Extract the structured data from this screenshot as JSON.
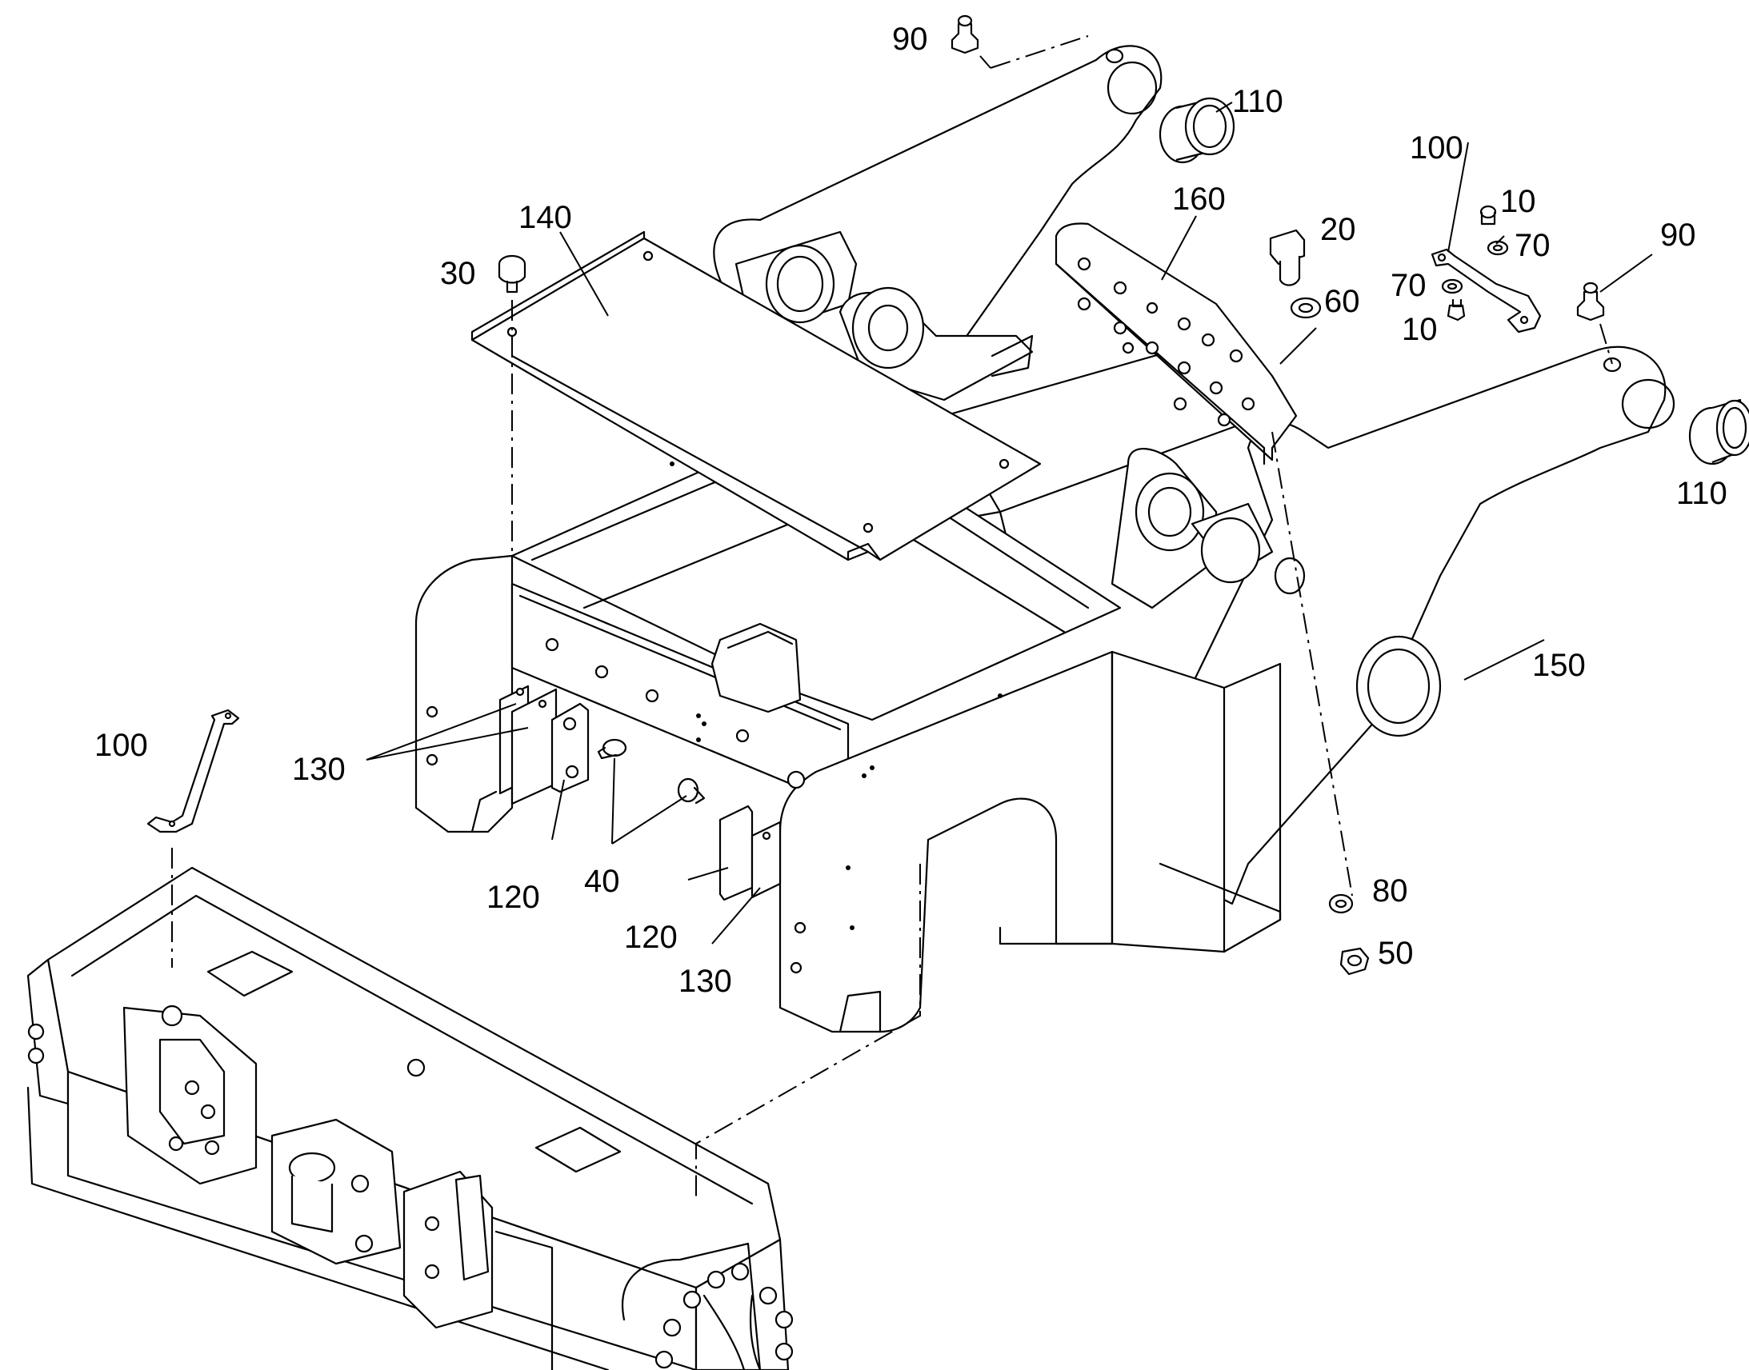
{
  "callouts": {
    "c90a": "90",
    "c110a": "110",
    "c100a": "100",
    "c10a": "10",
    "c160": "160",
    "c20": "20",
    "c70a": "70",
    "c90b": "90",
    "c140": "140",
    "c30": "30",
    "c70b": "70",
    "c60": "60",
    "c10b": "10",
    "c110b": "110",
    "c150": "150",
    "c100b": "100",
    "c130a": "130",
    "c120a": "120",
    "c40": "40",
    "c120b": "120",
    "c130b": "130",
    "c80": "80",
    "c50": "50"
  }
}
